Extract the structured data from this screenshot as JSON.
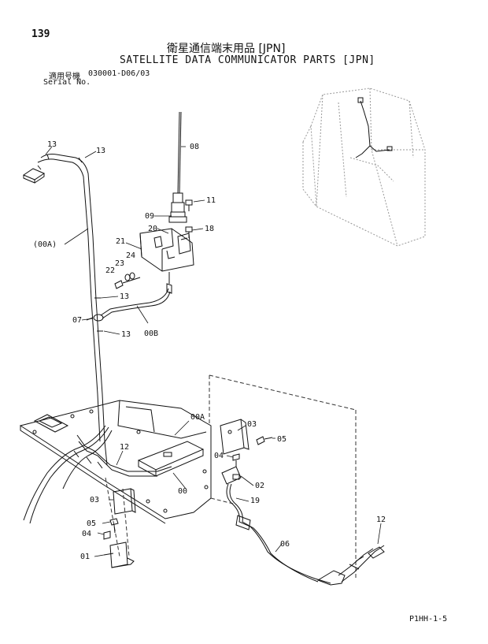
{
  "header": {
    "page_number": "139",
    "title_jp": "衛星通信端末用品 [JPN]",
    "title_en": "SATELLITE DATA COMMUNICATOR PARTS [JPN]",
    "serial_label_jp": "適用号機",
    "serial_value": "030001-D06/03",
    "serial_label_en": "Serial No."
  },
  "footer": {
    "doc_code": "P1HH-1-5"
  },
  "callouts": {
    "c13a": "13",
    "c13b": "13",
    "c13c": "13",
    "c13d": "13",
    "c08": "08",
    "c11": "11",
    "c09": "09",
    "c20": "20",
    "c18": "18",
    "c21": "21",
    "c24": "24",
    "c23": "23",
    "c22": "22",
    "c00A_left": "(00A)",
    "c07": "07",
    "c00B": "00B",
    "c00A": "00A",
    "c03a": "03",
    "c05a": "05",
    "c12a": "12",
    "c04a": "04",
    "c02": "02",
    "c00": "00",
    "c19": "19",
    "c03b": "03",
    "c05b": "05",
    "c04b": "04",
    "c01": "01",
    "c06": "06",
    "c12b": "12"
  }
}
